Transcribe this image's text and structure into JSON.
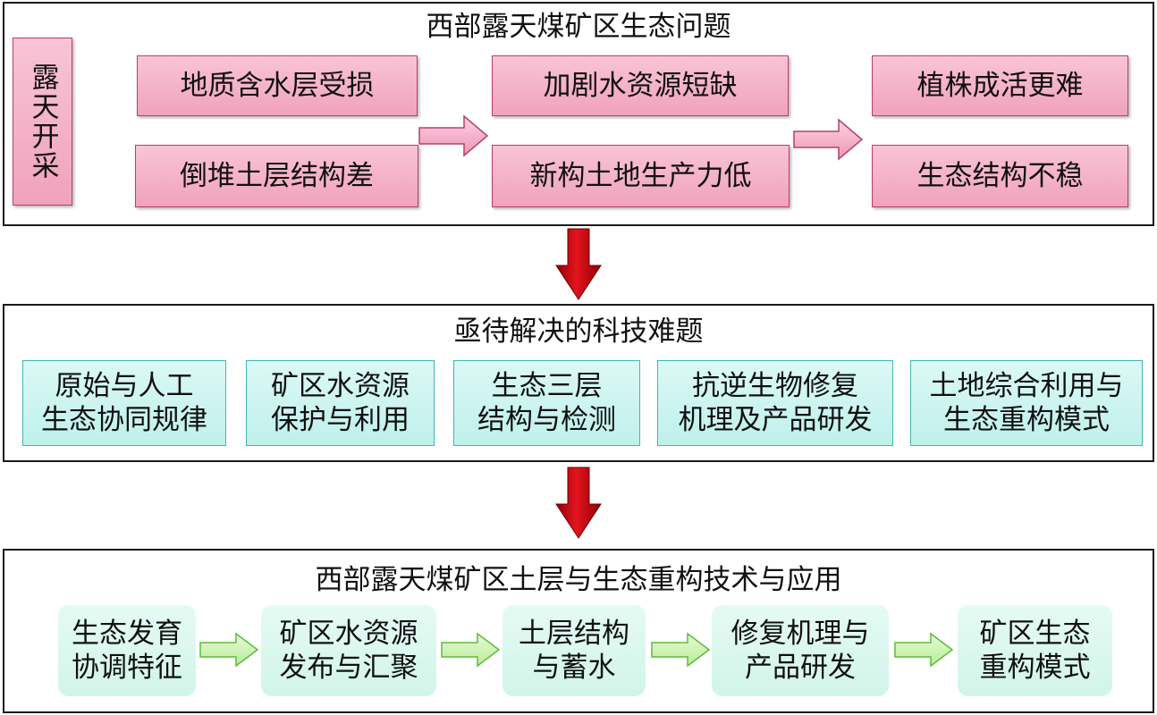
{
  "panel1": {
    "title": "西部露天煤矿区生态问题",
    "side_label": "露天开采",
    "col1": [
      "地质含水层受损",
      "倒堆土层结构差"
    ],
    "col2": [
      "加剧水资源短缺",
      "新构土地生产力低"
    ],
    "col3": [
      "植株成活更难",
      "生态结构不稳"
    ]
  },
  "panel2": {
    "title": "亟待解决的科技难题",
    "boxes": [
      [
        "原始与人工",
        "生态协同规律"
      ],
      [
        "矿区水资源",
        "保护与利用"
      ],
      [
        "生态三层",
        "结构与检测"
      ],
      [
        "抗逆生物修复",
        "机理及产品研发"
      ],
      [
        "土地综合利用与",
        "生态重构模式"
      ]
    ]
  },
  "panel3": {
    "title": "西部露天煤矿区土层与生态重构技术与应用",
    "boxes": [
      [
        "生态发育",
        "协调特征"
      ],
      [
        "矿区水资源",
        "发布与汇聚"
      ],
      [
        "土层结构",
        "与蓄水"
      ],
      [
        "修复机理与",
        "产品研发"
      ],
      [
        "矿区生态",
        "重构模式"
      ]
    ]
  },
  "colors": {
    "pink_fill": "#f4b1c8",
    "pink_border": "#b24266",
    "cyan_fill": "#c9f4f0",
    "mint_fill": "#d9f7ee",
    "red_arrow": "#c8000a",
    "pink_arrow": "#f6a8c4",
    "green_arrow": "#9be07a"
  },
  "icons": [
    "red-down-arrow",
    "pink-right-arrow",
    "green-right-arrow"
  ]
}
